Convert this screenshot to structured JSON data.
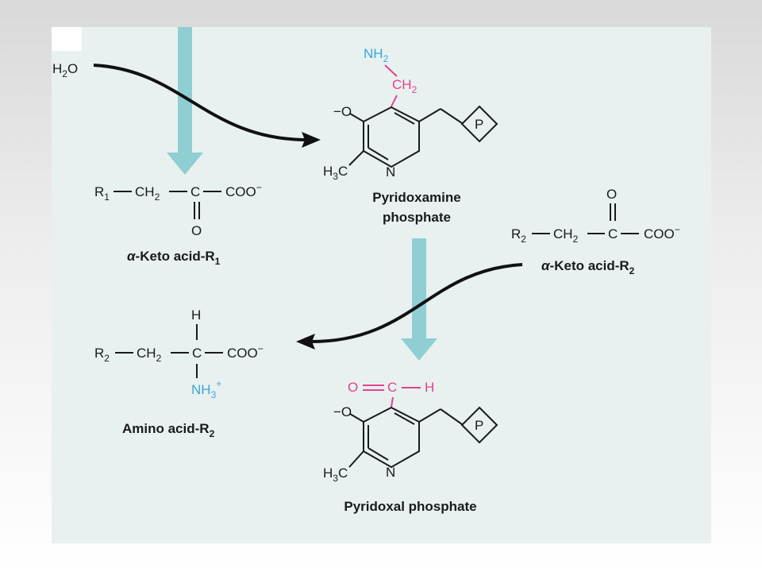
{
  "reactants": {
    "water": "H2O",
    "keto_acid_r2": {
      "formula_left": "R2—CH2—C—COO−",
      "carbonyl_o": "O",
      "name_prefix": "α",
      "name_rest": "-Keto acid-R",
      "name_sub": "2"
    }
  },
  "intermediates": {
    "pyridoxamine_phosphate": {
      "name_line1": "Pyridoxamine",
      "name_line2": "phosphate",
      "amine": "NH2",
      "ch2": "CH2",
      "phosphate_label": "P",
      "methyl": "H3C",
      "ring_n": "N",
      "oxide": "−O"
    }
  },
  "products": {
    "keto_acid_r1": {
      "name_prefix": "α",
      "name_rest": "-Keto acid-R",
      "name_sub": "1",
      "carbonyl_o": "O"
    },
    "amino_acid_r2": {
      "name": "Amino acid-R",
      "name_sub": "2",
      "h": "H",
      "nh3": "NH3+"
    },
    "pyridoxal_phosphate": {
      "name": "Pyridoxal phosphate",
      "aldehyde_o": "O",
      "aldehyde_c": "C",
      "aldehyde_h": "H",
      "phosphate_label": "P",
      "methyl": "H3C",
      "ring_n": "N",
      "oxide": "−O"
    }
  },
  "colors": {
    "panel": "#e8f1f0",
    "big_arrow": "#8fcfd3",
    "highlight_pink": "#e4418f",
    "highlight_blue": "#3aa6d8",
    "text": "#1a1a1a"
  }
}
